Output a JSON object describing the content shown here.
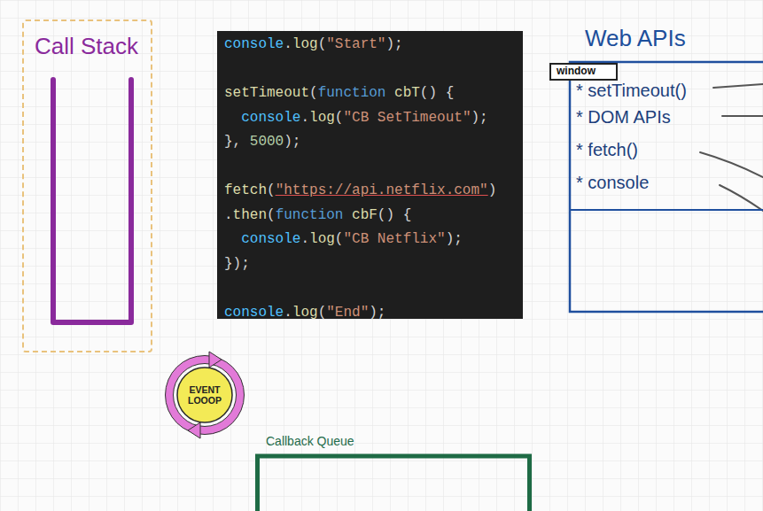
{
  "diagram": {
    "nodes": [
      {
        "text": [
          "Call Stack"
        ]
      },
      {
        "text": [
          "console.log(\"Start\");",
          "setTimeout(function cbT() {",
          "  console.log(\"CB SetTimeout\");",
          "}, 5000);",
          "fetch(\"https://api.netflix.com\")",
          ".then(function cbF() {",
          "  console.log(\"CB Netflix\");",
          "});",
          "console.log(\"End\");"
        ]
      },
      {
        "text": [
          "Web APIs",
          "* setTimeout()",
          "* DOM APIs",
          "* fetch()",
          "* console"
        ]
      },
      {
        "text": [
          "window"
        ],
        "in": 2
      },
      {
        "text": [
          "EVENT LOOOP"
        ]
      },
      {
        "text": [
          "Callback Queue"
        ]
      }
    ]
  }
}
